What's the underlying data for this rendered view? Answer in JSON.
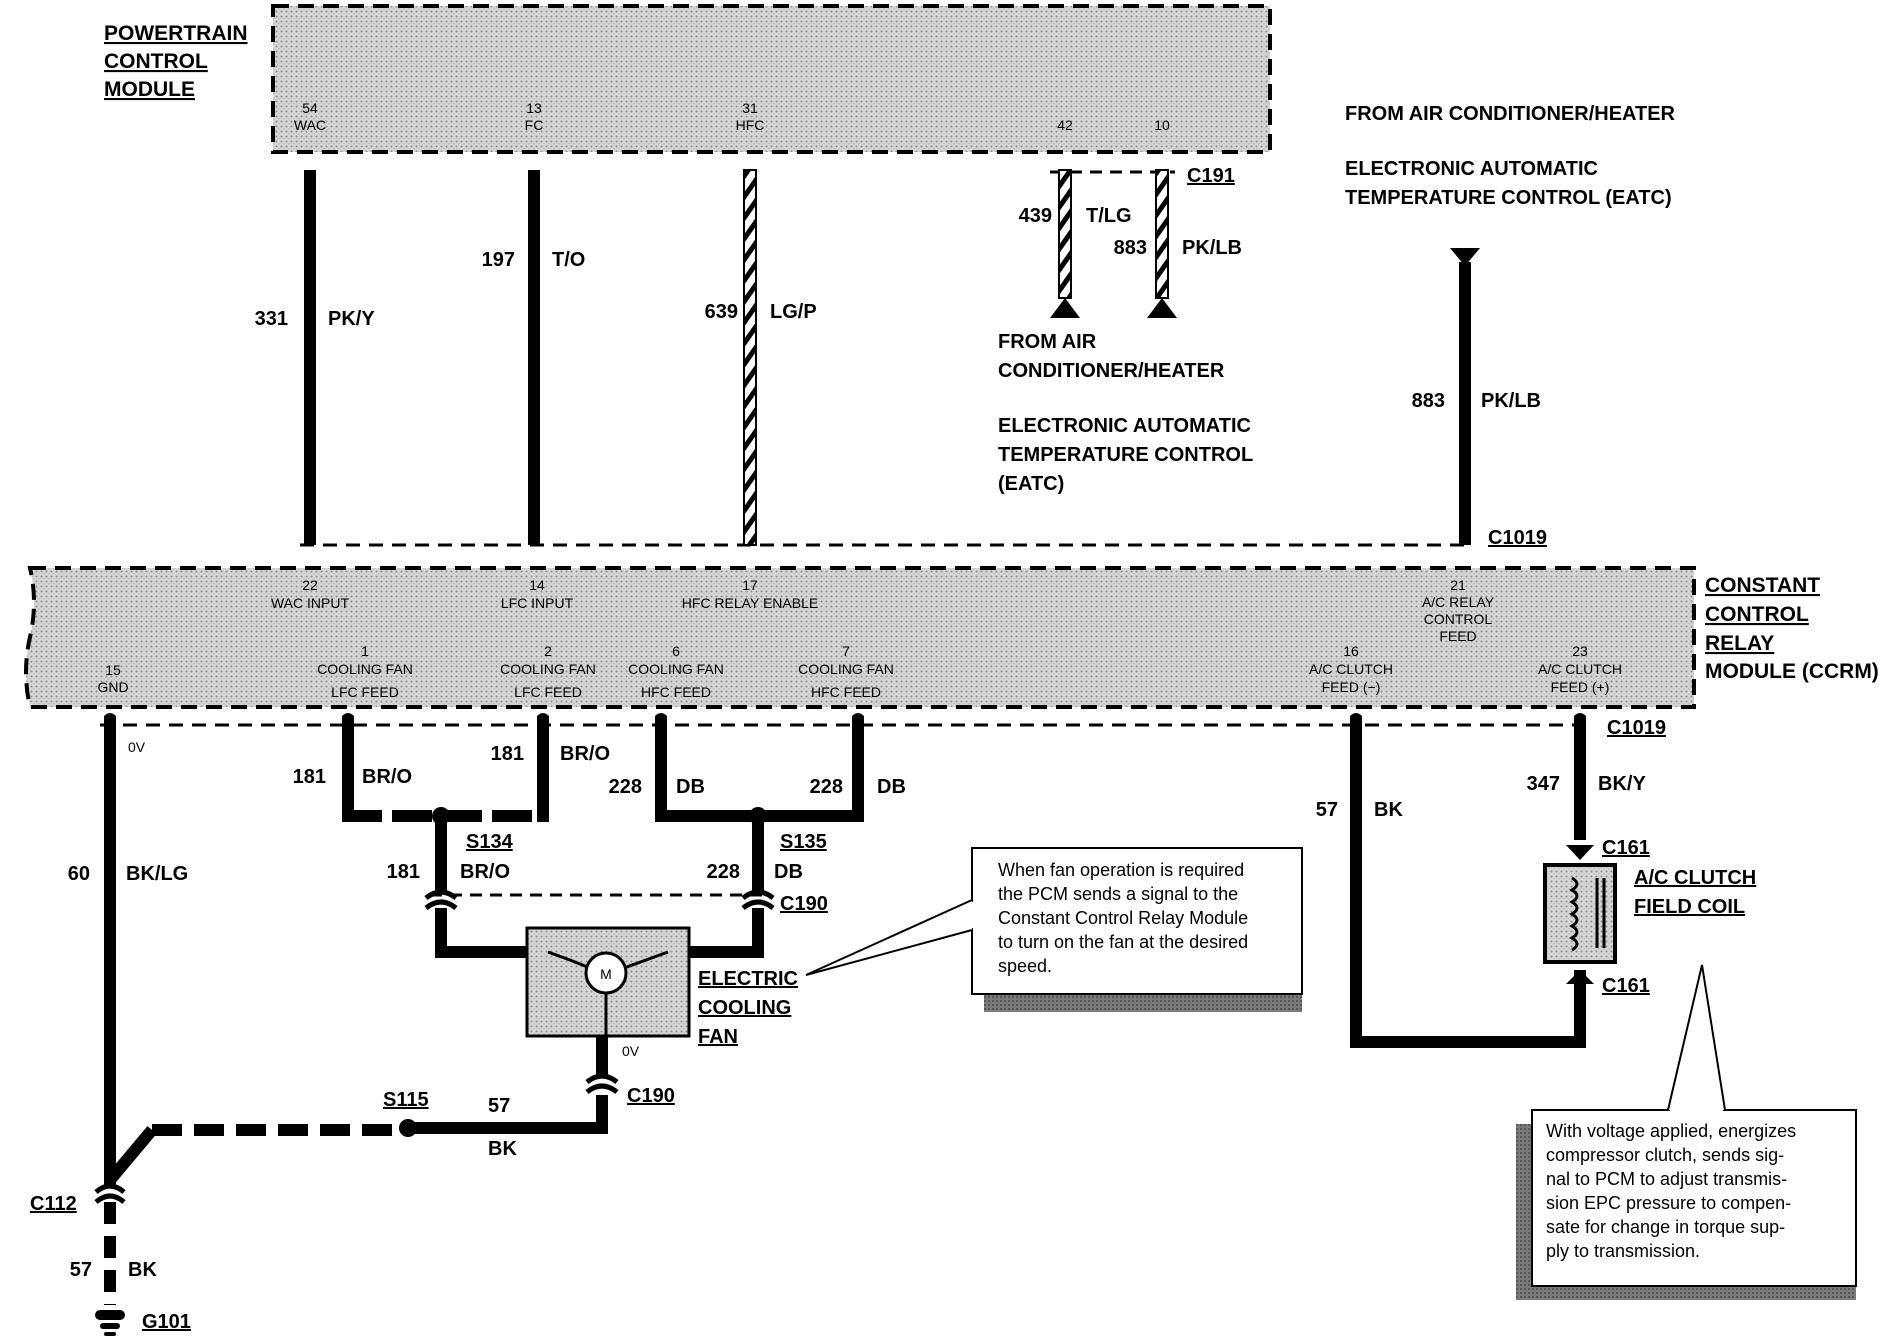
{
  "pcm": {
    "title_lines": [
      "POWERTRAIN",
      "CONTROL",
      "MODULE"
    ],
    "pins": [
      {
        "num": "54",
        "label": "WAC"
      },
      {
        "num": "13",
        "label": "FC"
      },
      {
        "num": "31",
        "label": "HFC"
      },
      {
        "num": "42",
        "label": ""
      },
      {
        "num": "10",
        "label": ""
      }
    ]
  },
  "ccrm": {
    "title_lines": [
      "CONSTANT",
      "CONTROL",
      "RELAY",
      "MODULE (CCRM)"
    ],
    "top_pins": [
      {
        "num": "22",
        "lines": [
          "WAC INPUT"
        ]
      },
      {
        "num": "14",
        "lines": [
          "LFC  INPUT"
        ]
      },
      {
        "num": "17",
        "lines": [
          "HFC  RELAY ENABLE"
        ]
      },
      {
        "num": "21",
        "lines": [
          "A/C RELAY",
          "CONTROL",
          "FEED"
        ]
      }
    ],
    "bottom_pins": [
      {
        "num": "15",
        "lines": [
          "GND"
        ]
      },
      {
        "num": "1",
        "lines": [
          "COOLING  FAN",
          "LFC  FEED"
        ]
      },
      {
        "num": "2",
        "lines": [
          "COOLING FAN",
          "LFC  FEED"
        ]
      },
      {
        "num": "6",
        "lines": [
          "COOLING FAN",
          "HFC  FEED"
        ]
      },
      {
        "num": "7",
        "lines": [
          "COOLING FAN",
          "HFC  FEED"
        ]
      },
      {
        "num": "16",
        "lines": [
          "A/C CLUTCH",
          "FEED (−)"
        ]
      },
      {
        "num": "23",
        "lines": [
          "A/C CLUTCH",
          "FEED (+)"
        ]
      }
    ]
  },
  "wires": {
    "w331": {
      "num": "331",
      "color": "PK/Y"
    },
    "w197": {
      "num": "197",
      "color": "T/O"
    },
    "w639": {
      "num": "639",
      "color": "LG/P"
    },
    "w439": {
      "num": "439",
      "color": "T/LG"
    },
    "w883a": {
      "num": "883",
      "color": "PK/LB"
    },
    "w883b": {
      "num": "883",
      "color": "PK/LB"
    },
    "w60": {
      "num": "60",
      "color": "BK/LG"
    },
    "w181a": {
      "num": "181",
      "color": "BR/O"
    },
    "w181b": {
      "num": "181",
      "color": "BR/O"
    },
    "w181c": {
      "num": "181",
      "color": "BR/O"
    },
    "w228a": {
      "num": "228",
      "color": "DB"
    },
    "w228b": {
      "num": "228",
      "color": "DB"
    },
    "w228c": {
      "num": "228",
      "color": "DB"
    },
    "w57a": {
      "num": "57",
      "color": "BK"
    },
    "w57b": {
      "num": "57",
      "color": "BK"
    },
    "w57c": {
      "num": "57",
      "color": "BK"
    },
    "w347": {
      "num": "347",
      "color": "BK/Y"
    }
  },
  "voltage": {
    "gnd": "0V",
    "fan": "0V"
  },
  "connectors": {
    "c191": "C191",
    "c1019_top": "C1019",
    "c1019_bot": "C1019",
    "c190_top": "C190",
    "c190_bot": "C190",
    "c161_top": "C161",
    "c161_bot": "C161",
    "c112": "C112",
    "g101": "G101",
    "s134": "S134",
    "s135": "S135",
    "s115": "S115"
  },
  "labels": {
    "from_ac_1": [
      "FROM AIR",
      "CONDITIONER/HEATER"
    ],
    "eatc_1": [
      "ELECTRONIC AUTOMATIC",
      "TEMPERATURE CONTROL",
      "(EATC)"
    ],
    "from_ac_2": [
      "FROM AIR CONDITIONER/HEATER"
    ],
    "eatc_2": [
      "ELECTRONIC AUTOMATIC",
      "TEMPERATURE CONTROL (EATC)"
    ],
    "fan": [
      "ELECTRIC",
      "COOLING",
      "FAN"
    ],
    "motor": "M",
    "clutch": [
      "A/C CLUTCH",
      "FIELD COIL"
    ]
  },
  "notes": {
    "fan_note": [
      "When fan operation is required",
      "the PCM sends a signal to the",
      "Constant Control Relay Module",
      "to turn on the fan at the desired",
      "speed."
    ],
    "clutch_note": [
      "With voltage applied, energizes",
      "compressor clutch, sends sig-",
      "nal to PCM to adjust transmis-",
      "sion EPC pressure to compen-",
      "sate for change in torque sup-",
      "ply to transmission."
    ]
  }
}
